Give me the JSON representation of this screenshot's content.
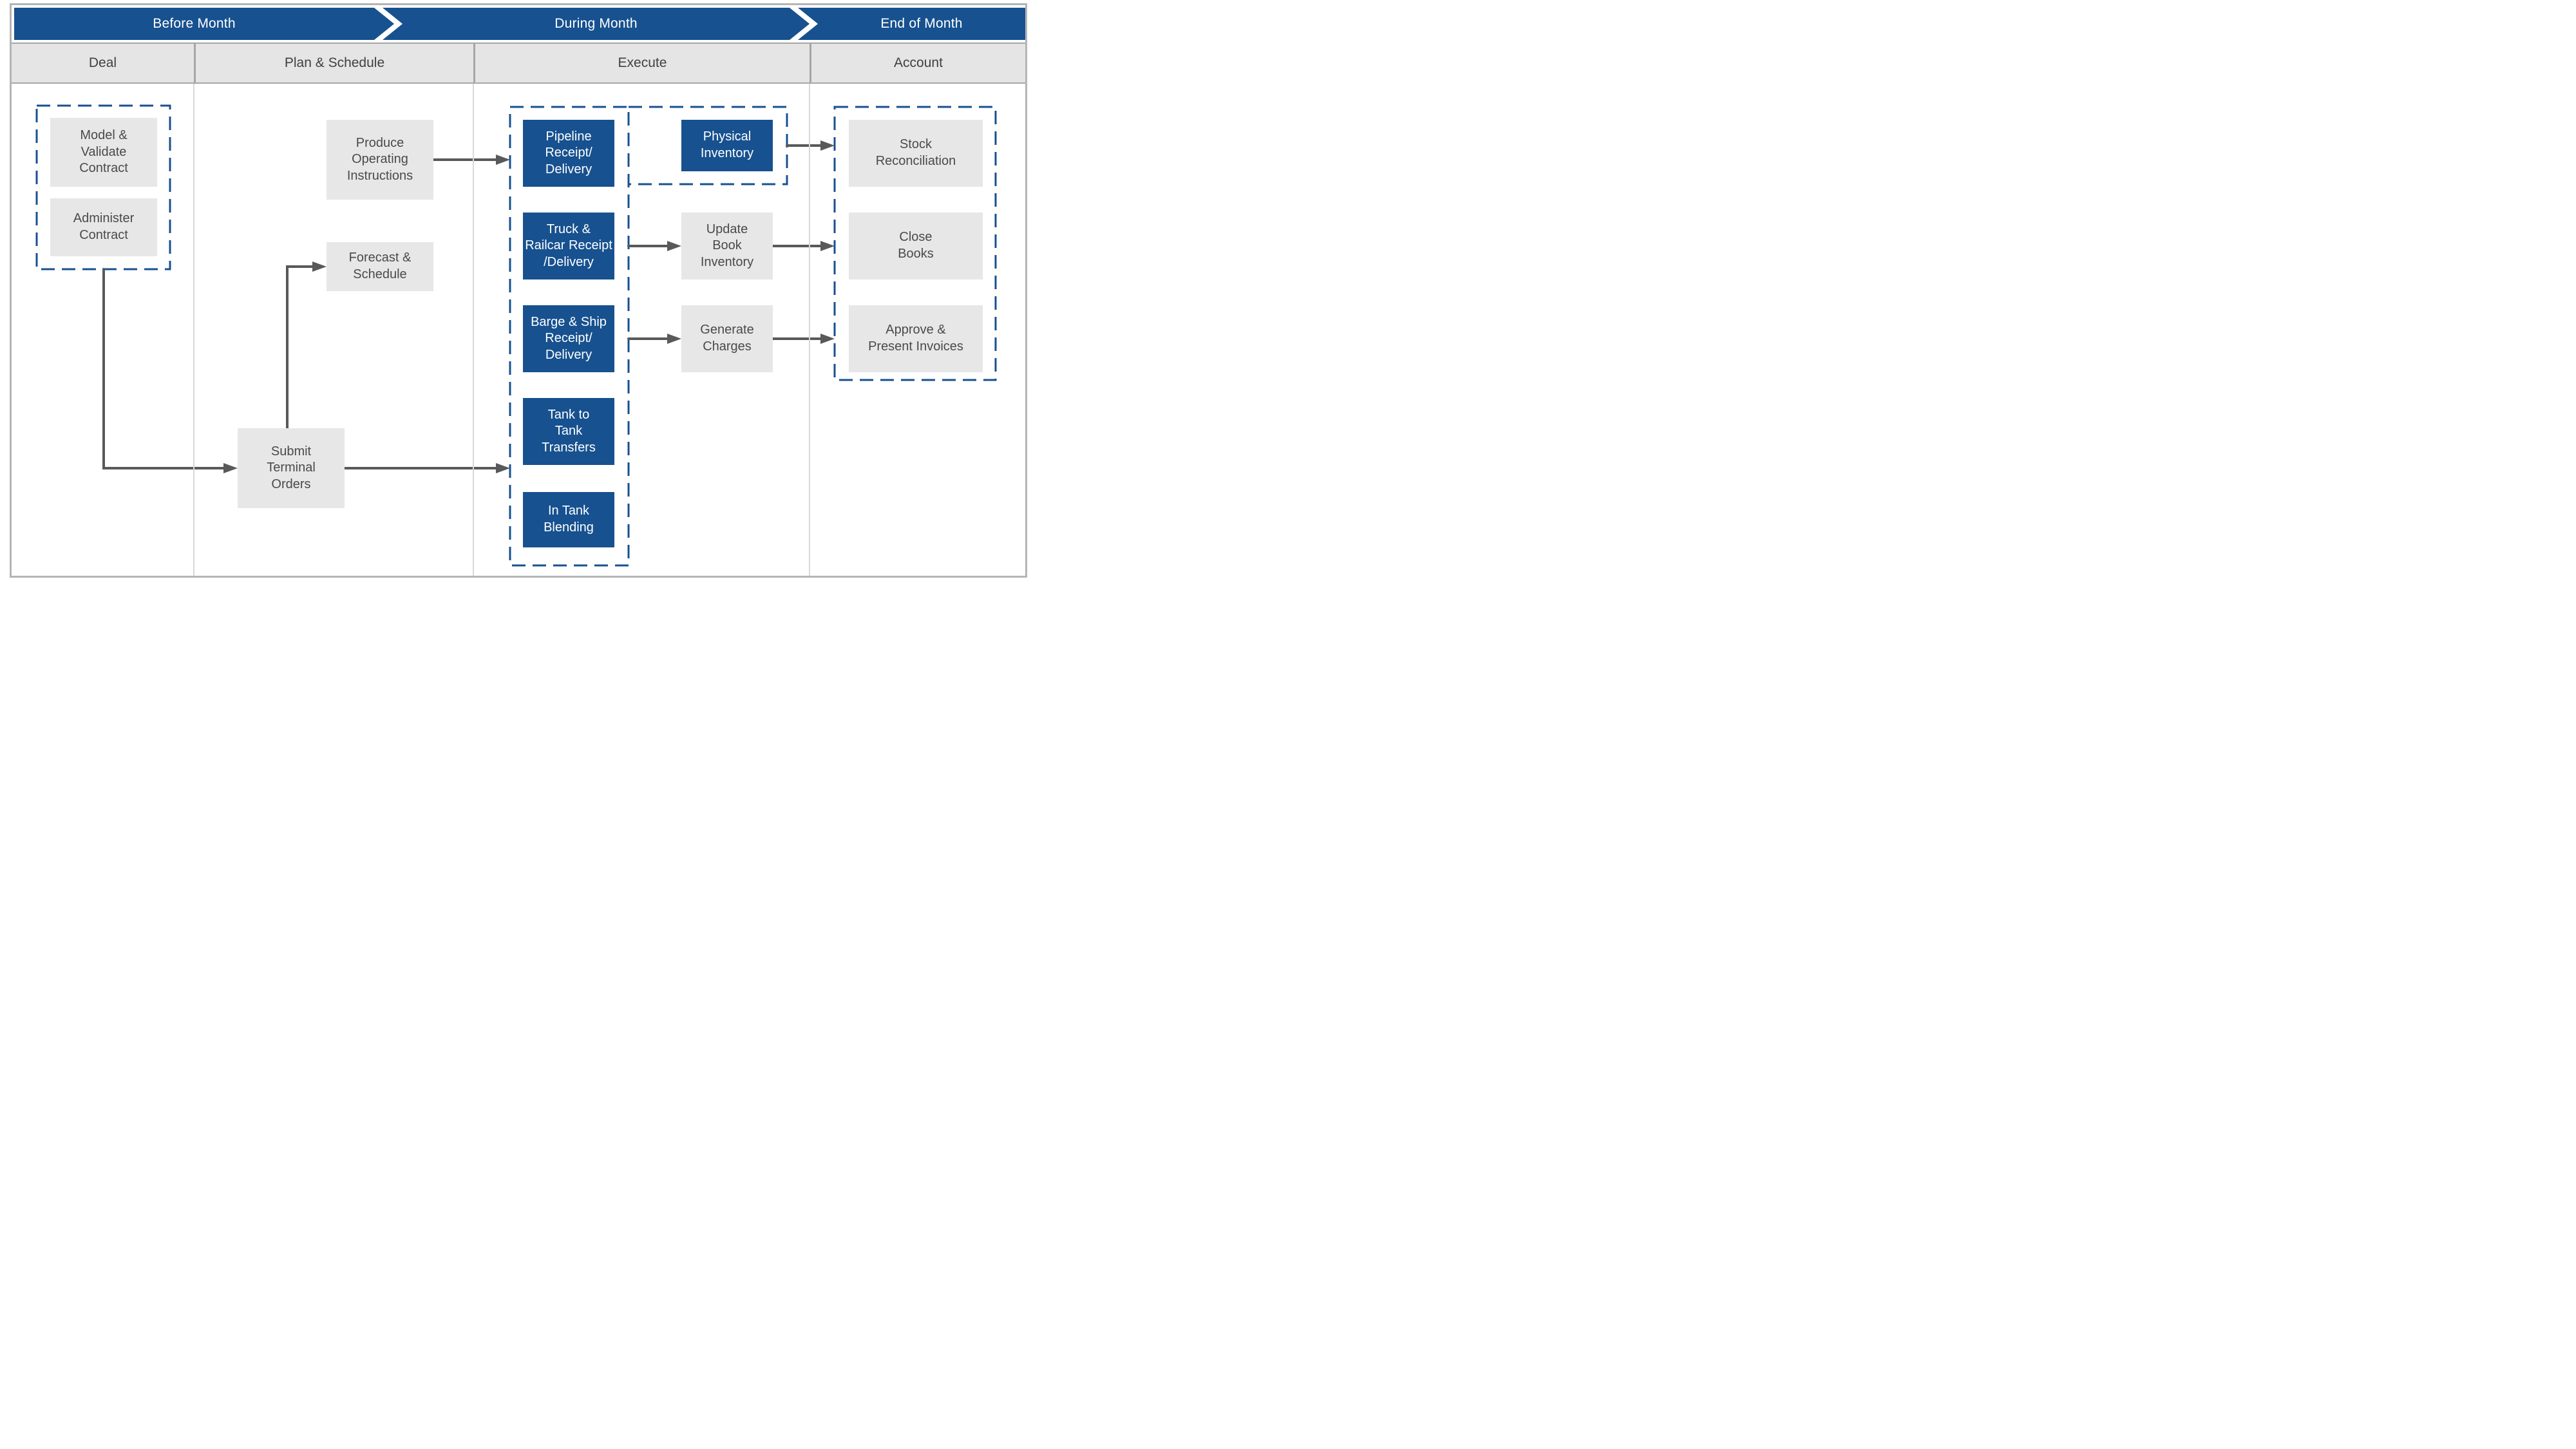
{
  "colors": {
    "blue": "#17518F",
    "box_gray": "#e7e7e7",
    "header_gray": "#e5e5e5",
    "text_dark": "#4a4a4a",
    "header_text": "#404040",
    "arrow_gray": "#58595b",
    "outer_border": "#b5b5b5",
    "header_border": "#a6a6a6",
    "divider": "#d8d8d8"
  },
  "timeline": {
    "stages": [
      {
        "id": "before",
        "label": "Before Month"
      },
      {
        "id": "during",
        "label": "During Month"
      },
      {
        "id": "end",
        "label": "End of Month"
      }
    ]
  },
  "phases": [
    {
      "id": "deal",
      "label": "Deal"
    },
    {
      "id": "plan",
      "label": "Plan & Schedule"
    },
    {
      "id": "execute",
      "label": "Execute"
    },
    {
      "id": "account",
      "label": "Account"
    }
  ],
  "boxes": {
    "model_validate_contract": {
      "label": "Model &\nValidate\nContract",
      "style": "gray"
    },
    "administer_contract": {
      "label": "Administer\nContract",
      "style": "gray"
    },
    "produce_operating_instructions": {
      "label": "Produce\nOperating\nInstructions",
      "style": "gray"
    },
    "forecast_schedule": {
      "label": "Forecast &\nSchedule",
      "style": "gray"
    },
    "submit_terminal_orders": {
      "label": "Submit\nTerminal\nOrders",
      "style": "gray"
    },
    "pipeline_receipt_delivery": {
      "label": "Pipeline\nReceipt/\nDelivery",
      "style": "blue"
    },
    "truck_railcar_receipt_delivery": {
      "label": "Truck &\nRailcar Receipt\n/Delivery",
      "style": "blue"
    },
    "barge_ship_receipt_delivery": {
      "label": "Barge & Ship\nReceipt/\nDelivery",
      "style": "blue"
    },
    "tank_to_tank_transfers": {
      "label": "Tank to\nTank\nTransfers",
      "style": "blue"
    },
    "in_tank_blending": {
      "label": "In Tank\nBlending",
      "style": "blue"
    },
    "physical_inventory": {
      "label": "Physical\nInventory",
      "style": "blue"
    },
    "update_book_inventory": {
      "label": "Update\nBook\nInventory",
      "style": "gray"
    },
    "generate_charges": {
      "label": "Generate\nCharges",
      "style": "gray"
    },
    "stock_reconciliation": {
      "label": "Stock\nReconciliation",
      "style": "gray"
    },
    "close_books": {
      "label": "Close\nBooks",
      "style": "gray"
    },
    "approve_present_invoices": {
      "label": "Approve &\nPresent Invoices",
      "style": "gray"
    }
  },
  "groups": [
    {
      "id": "deal_group",
      "boxes": [
        "model_validate_contract",
        "administer_contract"
      ]
    },
    {
      "id": "execute_movements_group",
      "boxes": [
        "pipeline_receipt_delivery",
        "truck_railcar_receipt_delivery",
        "barge_ship_receipt_delivery",
        "tank_to_tank_transfers",
        "in_tank_blending"
      ]
    },
    {
      "id": "physical_inventory_group",
      "boxes": [
        "pipeline_receipt_delivery",
        "physical_inventory"
      ]
    },
    {
      "id": "account_group",
      "boxes": [
        "stock_reconciliation",
        "close_books",
        "approve_present_invoices"
      ]
    }
  ],
  "connections": [
    {
      "from": "produce_operating_instructions",
      "to": "pipeline_receipt_delivery"
    },
    {
      "from": "administer_contract",
      "to": "submit_terminal_orders"
    },
    {
      "from": "submit_terminal_orders",
      "to": "forecast_schedule"
    },
    {
      "from": "submit_terminal_orders",
      "to": "tank_to_tank_transfers"
    },
    {
      "from": "truck_railcar_receipt_delivery",
      "to": "update_book_inventory"
    },
    {
      "from": "barge_ship_receipt_delivery",
      "to": "generate_charges"
    },
    {
      "from": "physical_inventory",
      "to": "stock_reconciliation"
    },
    {
      "from": "update_book_inventory",
      "to": "close_books"
    },
    {
      "from": "generate_charges",
      "to": "approve_present_invoices"
    }
  ]
}
